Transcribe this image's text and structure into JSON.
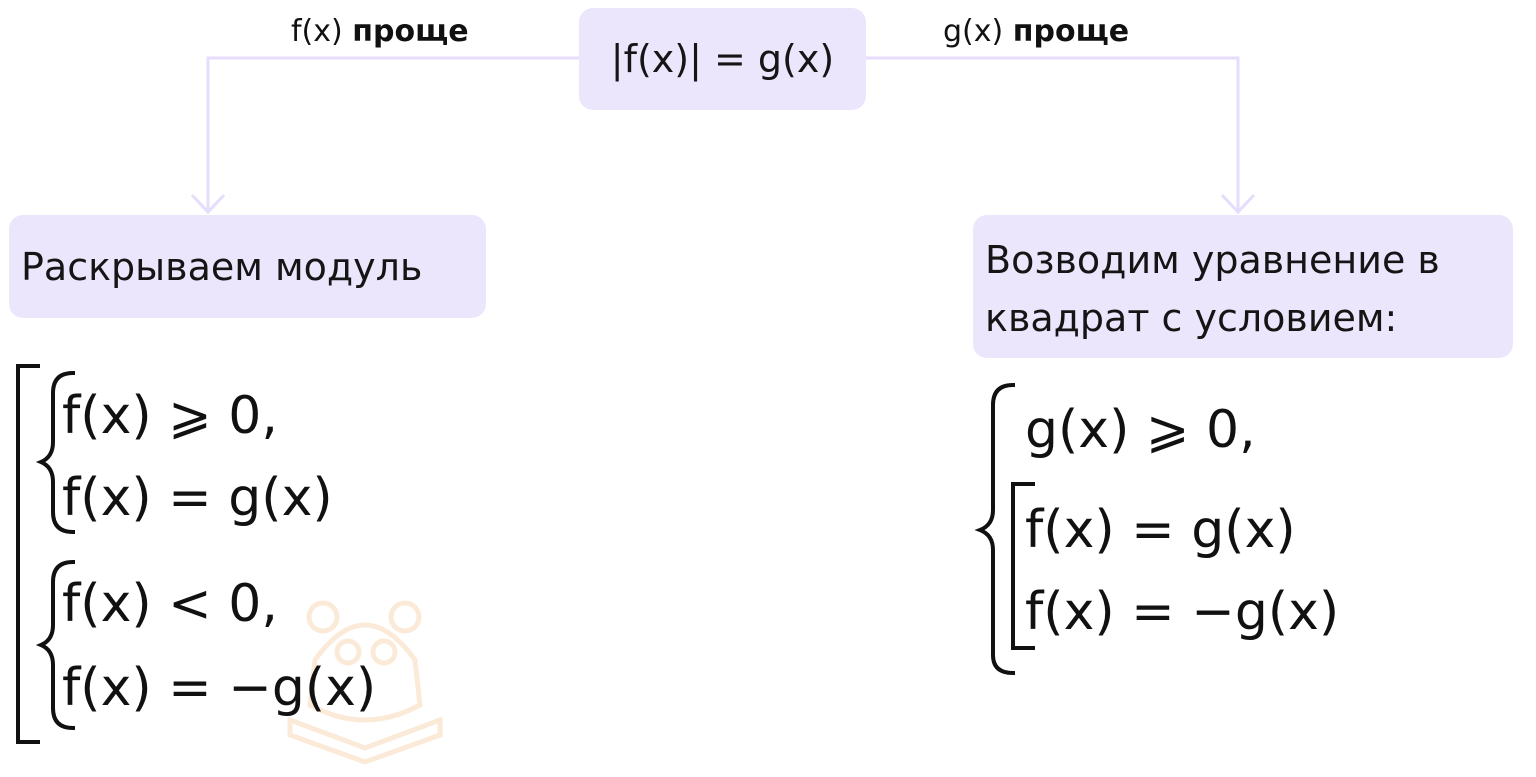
{
  "nodes": {
    "top": {
      "text": "|f(x)| = g(x)"
    },
    "left": {
      "text": "Раскрываем модуль"
    },
    "right": {
      "line1": "Возводим уравнение в",
      "line2": "квадрат с условием:"
    }
  },
  "edges": {
    "left": {
      "expr": "f(x)",
      "word": "проще"
    },
    "right": {
      "expr": "g(x)",
      "word": "проще"
    }
  },
  "left_system": {
    "first": [
      "f(x) ⩾ 0,",
      "f(x) = g(x)"
    ],
    "second": [
      "f(x) < 0,",
      "f(x) = −g(x)"
    ]
  },
  "right_system": {
    "condition": "g(x) ⩾ 0,",
    "cases": [
      "f(x) = g(x)",
      "f(x) = −g(x)"
    ]
  },
  "colors": {
    "box_fill": "#ece6fc",
    "connector": "#e6dcfb",
    "text": "#111111",
    "watermark": "#fbe6cf"
  }
}
